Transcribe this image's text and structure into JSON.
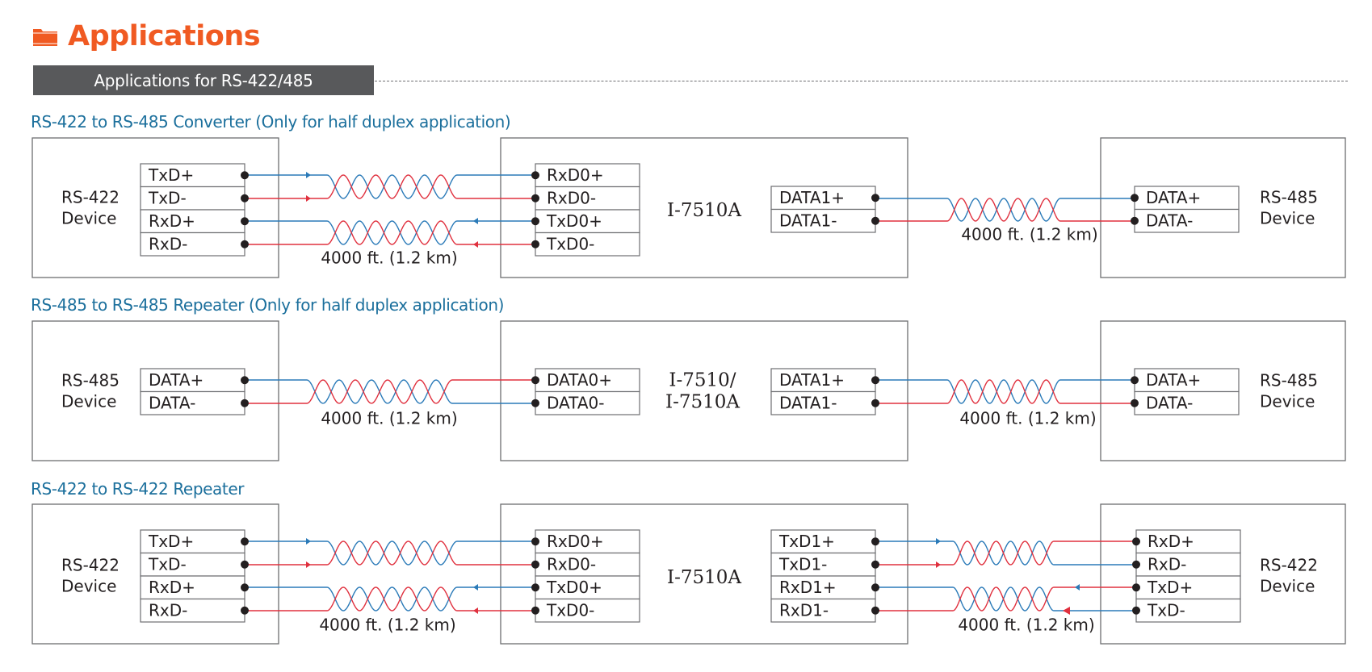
{
  "header": {
    "title": "Applications",
    "icon": "folder-icon",
    "banner": "Applications for RS-422/485",
    "accent_color": "#f05a22",
    "banner_color": "#58595b",
    "section_color": "#1b6f9c"
  },
  "wire_colors": {
    "positive": "#2a7ab8",
    "negative": "#e0303e"
  },
  "sections": [
    {
      "title": "RS-422 to RS-485 Converter (Only for half duplex application)",
      "left_device": {
        "name": [
          "RS-422",
          "Device"
        ],
        "pins": [
          "TxD+",
          "TxD-",
          "RxD+",
          "RxD-"
        ]
      },
      "center_device": {
        "model": [
          "I-7510A"
        ],
        "left_pins": [
          "RxD0+",
          "RxD0-",
          "TxD0+",
          "TxD0-"
        ],
        "right_pins": [
          "DATA1+",
          "DATA1-"
        ]
      },
      "right_device": {
        "name": [
          "RS-485",
          "Device"
        ],
        "pins": [
          "DATA+",
          "DATA-"
        ]
      },
      "left_cable": "4000 ft. (1.2 km)",
      "right_cable": "4000 ft. (1.2 km)"
    },
    {
      "title": "RS-485 to RS-485 Repeater (Only for half duplex application)",
      "left_device": {
        "name": [
          "RS-485",
          "Device"
        ],
        "pins": [
          "DATA+",
          "DATA-"
        ]
      },
      "center_device": {
        "model": [
          "I-7510/",
          "I-7510A"
        ],
        "left_pins": [
          "DATA0+",
          "DATA0-"
        ],
        "right_pins": [
          "DATA1+",
          "DATA1-"
        ]
      },
      "right_device": {
        "name": [
          "RS-485",
          "Device"
        ],
        "pins": [
          "DATA+",
          "DATA-"
        ]
      },
      "left_cable": "4000 ft. (1.2 km)",
      "right_cable": "4000 ft. (1.2 km)"
    },
    {
      "title": "RS-422 to RS-422 Repeater",
      "left_device": {
        "name": [
          "RS-422",
          "Device"
        ],
        "pins": [
          "TxD+",
          "TxD-",
          "RxD+",
          "RxD-"
        ]
      },
      "center_device": {
        "model": [
          "I-7510A"
        ],
        "left_pins": [
          "RxD0+",
          "RxD0-",
          "TxD0+",
          "TxD0-"
        ],
        "right_pins": [
          "TxD1+",
          "TxD1-",
          "RxD1+",
          "RxD1-"
        ]
      },
      "right_device": {
        "name": [
          "RS-422",
          "Device"
        ],
        "pins": [
          "RxD+",
          "RxD-",
          "TxD+",
          "TxD-"
        ]
      },
      "left_cable": "4000 ft. (1.2 km)",
      "right_cable": "4000 ft. (1.2 km)"
    }
  ]
}
